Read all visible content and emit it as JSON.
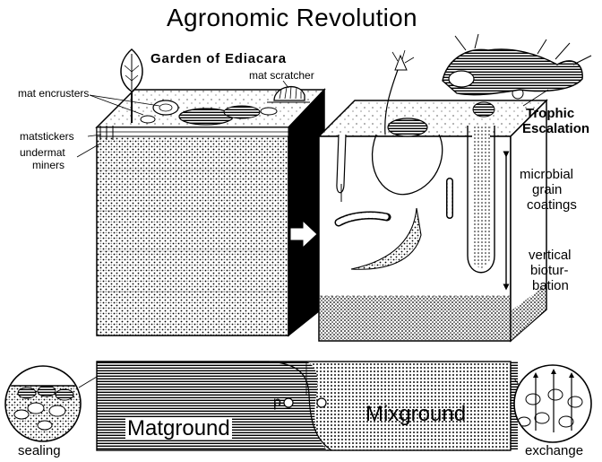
{
  "diagram": {
    "title": "Agronomic Revolution",
    "left_block_title": "Garden of Ediacara",
    "labels": {
      "mat_scratcher": "mat scratcher",
      "mat_encrusters": "mat encrusters",
      "matstickers": "matstickers",
      "undermat_miners_1": "undermat",
      "undermat_miners_2": "miners",
      "trophic_1": "Trophic",
      "trophic_2": "Escalation",
      "microbial_1": "microbial",
      "microbial_2": "grain",
      "microbial_3": "coatings",
      "vertical_1": "vertical",
      "vertical_2": "biotur-",
      "vertical_3": "bation",
      "po": "p",
      "matground": "Matground",
      "mixground": "Mixground",
      "sealing": "sealing",
      "exchange": "exchange"
    },
    "colors": {
      "ink": "#000000",
      "paper": "#ffffff",
      "shade": "#8a8a8a"
    }
  }
}
